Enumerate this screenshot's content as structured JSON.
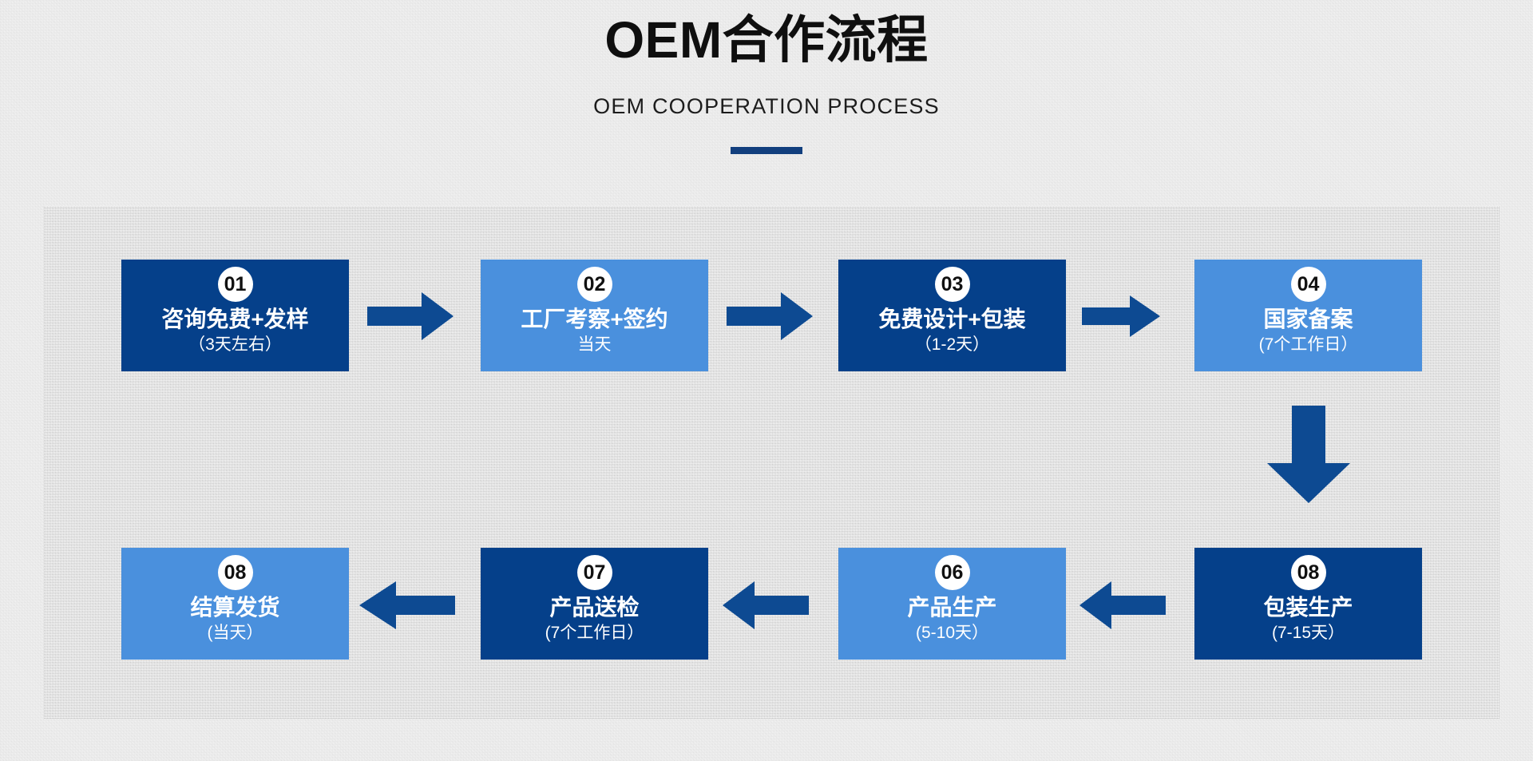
{
  "header": {
    "title": "OEM合作流程",
    "subtitle": "OEM COOPERATION PROCESS"
  },
  "colors": {
    "dark_blue": "#05408a",
    "light_blue": "#4a90dd",
    "accent_rule": "#123f7e",
    "arrow": "#0d4a92",
    "page_background": "#f4f4f4",
    "panel_background": "#e3e3e3",
    "badge_background": "#ffffff",
    "badge_text": "#111111",
    "box_text": "#ffffff",
    "title_text": "#0f0f0f"
  },
  "flow": {
    "top_row": [
      {
        "number": "01",
        "title": "咨询免费+发样",
        "duration": "（3天左右）",
        "style": "dark"
      },
      {
        "number": "02",
        "title": "工厂考察+签约",
        "duration": "当天",
        "style": "light"
      },
      {
        "number": "03",
        "title": "免费设计+包装",
        "duration": "（1-2天）",
        "style": "dark"
      },
      {
        "number": "04",
        "title": "国家备案",
        "duration": "(7个工作日）",
        "style": "light"
      }
    ],
    "bottom_row": [
      {
        "number": "08",
        "title": "结算发货",
        "duration": "(当天）",
        "style": "light"
      },
      {
        "number": "07",
        "title": "产品送检",
        "duration": "(7个工作日）",
        "style": "dark"
      },
      {
        "number": "06",
        "title": "产品生产",
        "duration": "(5-10天）",
        "style": "light"
      },
      {
        "number": "08",
        "title": "包装生产",
        "duration": "(7-15天）",
        "style": "dark"
      }
    ],
    "connectors": [
      {
        "name": "arrow-right-01-to-02",
        "direction": "right"
      },
      {
        "name": "arrow-right-02-to-03",
        "direction": "right"
      },
      {
        "name": "arrow-right-03-to-04",
        "direction": "right"
      },
      {
        "name": "arrow-down-04-to-05",
        "direction": "down"
      },
      {
        "name": "arrow-left-05-to-06",
        "direction": "left"
      },
      {
        "name": "arrow-left-06-to-07",
        "direction": "left"
      },
      {
        "name": "arrow-left-07-to-08",
        "direction": "left"
      }
    ]
  }
}
